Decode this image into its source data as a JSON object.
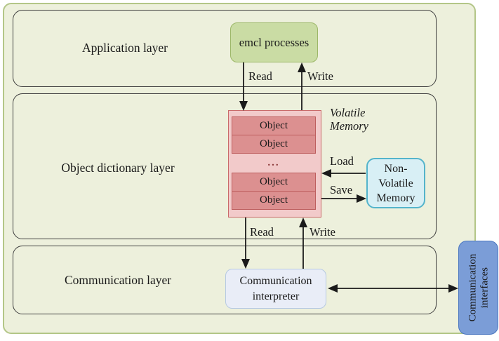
{
  "layers": [
    {
      "label": "Application layer"
    },
    {
      "label": "Object dictionary layer"
    },
    {
      "label": "Communication layer"
    }
  ],
  "nodes": {
    "emcl_processes": {
      "label": "emcl processes"
    },
    "object_stack": {
      "rows": [
        "Object",
        "Object",
        "...",
        "Object",
        "Object"
      ],
      "caption_lines": [
        "Volatile",
        "Memory"
      ]
    },
    "non_volatile_memory": {
      "lines": [
        "Non-",
        "Volatile",
        "Memory"
      ]
    },
    "communication_interpreter": {
      "lines": [
        "Communication",
        "interpreter"
      ]
    },
    "communication_interfaces": {
      "lines": [
        "Communication",
        "interfaces"
      ]
    }
  },
  "arrows": {
    "app_read": "Read",
    "app_write": "Write",
    "load": "Load",
    "save": "Save",
    "comm_read": "Read",
    "comm_write": "Write"
  },
  "colors": {
    "canvas-bg": "#edf0dc",
    "outer-border": "#b3c687",
    "layer-border": "#3f3f3f",
    "emcl-bg": "#cadca4",
    "emcl-border": "#9cb768",
    "stack-bg": "#f2caca",
    "stack-border": "#c96a6a",
    "row-bg": "#dc9090",
    "row-border": "#bd5e5e",
    "dots-color": "#8c3b3b",
    "nvm-bg": "#d8eff5",
    "nvm-border": "#54b4cb",
    "interpreter-bg": "#e9edf7",
    "interpreter-border": "#b6c9e2",
    "interfaces-bg": "#7b9dd7",
    "interfaces-border": "#4a76c0",
    "text": "#1a1a1a",
    "arrow": "#1a1a1a"
  }
}
